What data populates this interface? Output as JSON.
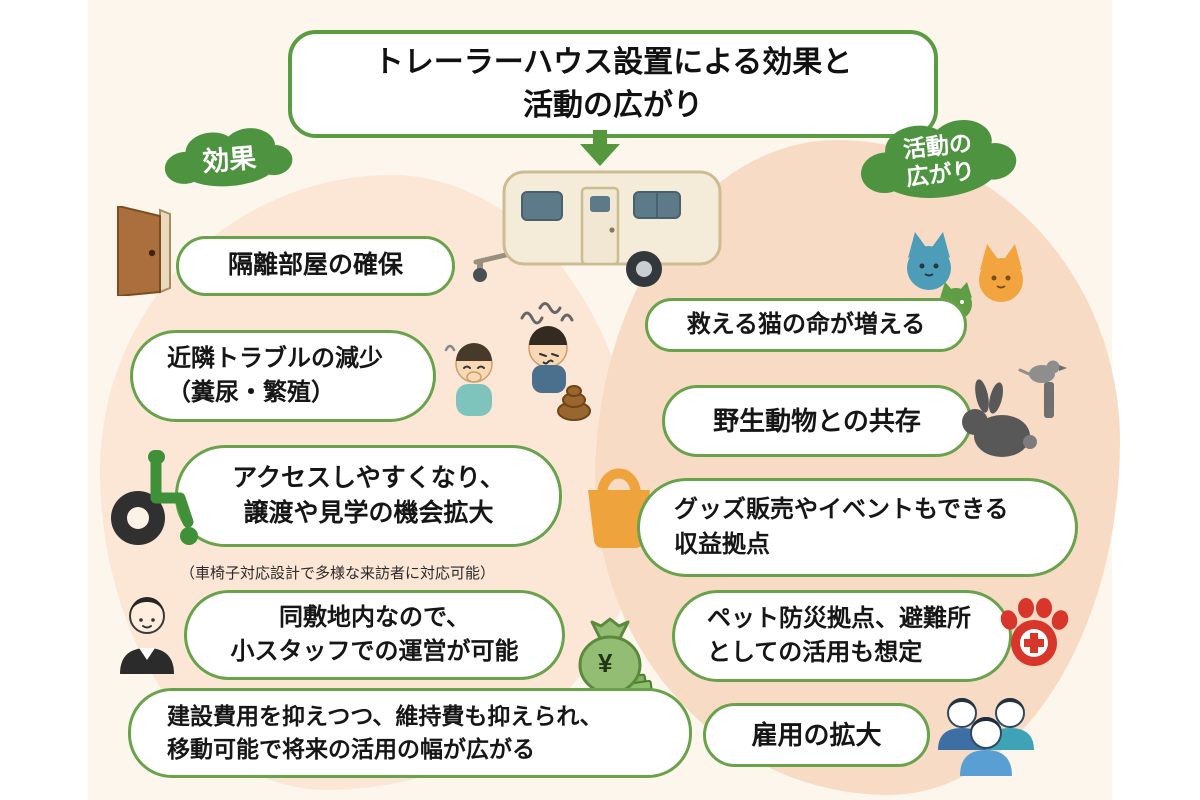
{
  "colors": {
    "accent_green": "#5a9c41",
    "cloud_green": "#4e9440",
    "peach_left": "#fce7d7",
    "peach_right": "#f8dbc5",
    "cream_background": "#fcf6ec",
    "box_border": "#68a24b"
  },
  "title": {
    "line1": "トレーラーハウス設置による効果と",
    "line2": "活動の広がり"
  },
  "badge_left": {
    "label": "効果"
  },
  "badge_right": {
    "line1": "活動の",
    "line2": "広がり"
  },
  "effects": {
    "isolation": {
      "label": "隔離部屋の確保"
    },
    "neighbor": {
      "line1": "近隣トラブルの減少",
      "line2": "（糞尿・繁殖）"
    },
    "access": {
      "line1": "アクセスしやすくなり、",
      "line2": "譲渡や見学の機会拡大",
      "note": "（車椅子対応設計で多様な来訪者に対応可能）"
    },
    "staff": {
      "line1": "同敷地内なので、",
      "line2": "小スタッフでの運営が可能"
    },
    "cost": {
      "line1": "建設費用を抑えつつ、維持費も抑えられ、",
      "line2": "移動可能で将来の活用の幅が広がる"
    }
  },
  "expansion": {
    "cats": {
      "label": "救える猫の命が増える"
    },
    "wildlife": {
      "label": "野生動物との共存"
    },
    "goods": {
      "line1": "グッズ販売やイベントもできる",
      "line2": "収益拠点"
    },
    "disaster": {
      "line1": "ペット防災拠点、避難所",
      "line2": "としての活用も想定"
    },
    "employment": {
      "label": "雇用の拡大"
    }
  },
  "money_bag": {
    "currency": "¥"
  },
  "icon_names": [
    "door-icon",
    "stinky-neighbor-illustration",
    "wheelchair-icon",
    "staff-person-icon",
    "money-bag-icon",
    "cats-icon",
    "wildlife-rabbit-bird-icon",
    "shopping-bag-icon",
    "pet-first-aid-paw-icon",
    "employment-people-icon",
    "trailer-house-illustration",
    "down-arrow-icon"
  ]
}
